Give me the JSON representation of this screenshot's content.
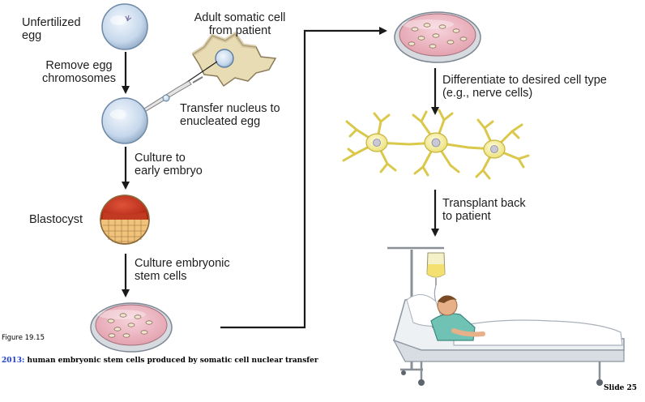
{
  "labels": {
    "unfertilized_egg": [
      "Unfertilized",
      "egg"
    ],
    "adult_cell": [
      "Adult somatic cell",
      "from patient"
    ],
    "remove_chromosomes": [
      "Remove egg",
      "chromosomes"
    ],
    "transfer_nucleus": [
      "Transfer nucleus to",
      "enucleated egg"
    ],
    "culture_embryo": [
      "Culture to",
      "early embryo"
    ],
    "blastocyst": "Blastocyst",
    "culture_stem": [
      "Culture embryonic",
      "stem cells"
    ],
    "differentiate": [
      "Differentiate to desired cell type",
      "(e.g., nerve cells)"
    ],
    "transplant": [
      "Transplant back",
      "to patient"
    ]
  },
  "figure_label": "Figure 19.15",
  "caption": {
    "year": "2013:",
    "text": " human embryonic stem cells produced by somatic cell nuclear transfer"
  },
  "slide_number": "Slide 25",
  "colors": {
    "arrow": "#1a1a1a",
    "egg": "#c6d8ec",
    "dish": "#e8a9b6",
    "nucleus": "#f5cf3a",
    "neuron_body": "#f4ef9e",
    "somatic_cell": "#e8dcb4",
    "blastocyst_inner": "#c92a16",
    "blastocyst_outer": "#f0c27a",
    "caption_year": "#1f3fd0"
  }
}
